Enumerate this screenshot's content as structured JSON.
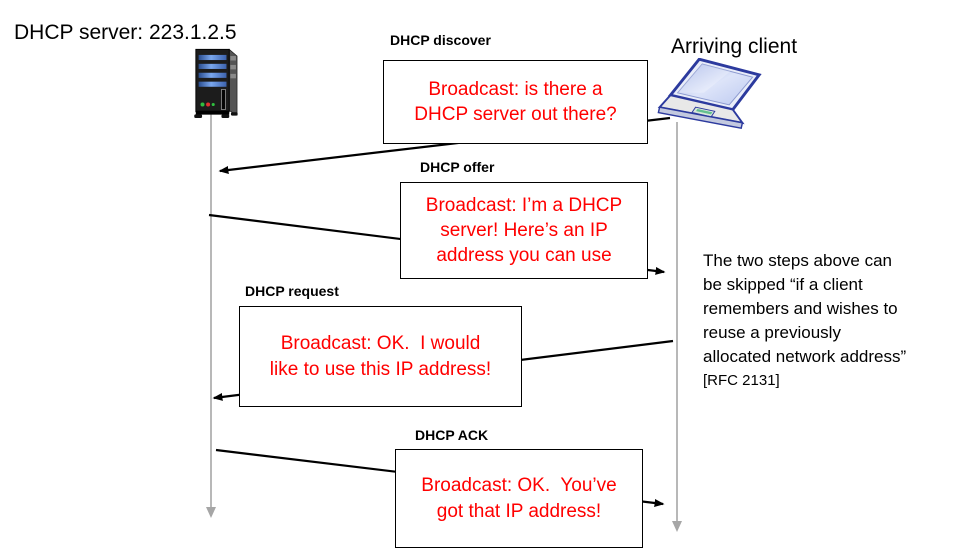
{
  "server": {
    "title": "DHCP server: 223.1.2.5"
  },
  "client": {
    "title": "Arriving client"
  },
  "messages": [
    {
      "label": "DHCP discover",
      "direction": "client-to-server",
      "lines": [
        "Broadcast: is there a",
        "DHCP server out there?"
      ]
    },
    {
      "label": "DHCP offer",
      "direction": "server-to-client",
      "lines": [
        "Broadcast: I’m a DHCP",
        "server! Here’s an IP",
        "address you can use"
      ]
    },
    {
      "label": "DHCP request",
      "direction": "client-to-server",
      "lines": [
        "Broadcast: OK.  I would",
        "like to use this IP address!"
      ]
    },
    {
      "label": "DHCP ACK",
      "direction": "server-to-client",
      "lines": [
        "Broadcast: OK.  You’ve",
        "got that IP address!"
      ]
    }
  ],
  "note": {
    "lines": [
      "The two steps above can",
      "be skipped “if a client",
      "remembers and wishes to",
      "reuse a previously",
      "allocated network address”"
    ],
    "citation": "[RFC 2131]"
  },
  "colors": {
    "message_text": "#ff0000",
    "arrow": "#000000",
    "timeline": "#a6a6a6",
    "box_border": "#000000",
    "box_background": "#ffffff"
  }
}
